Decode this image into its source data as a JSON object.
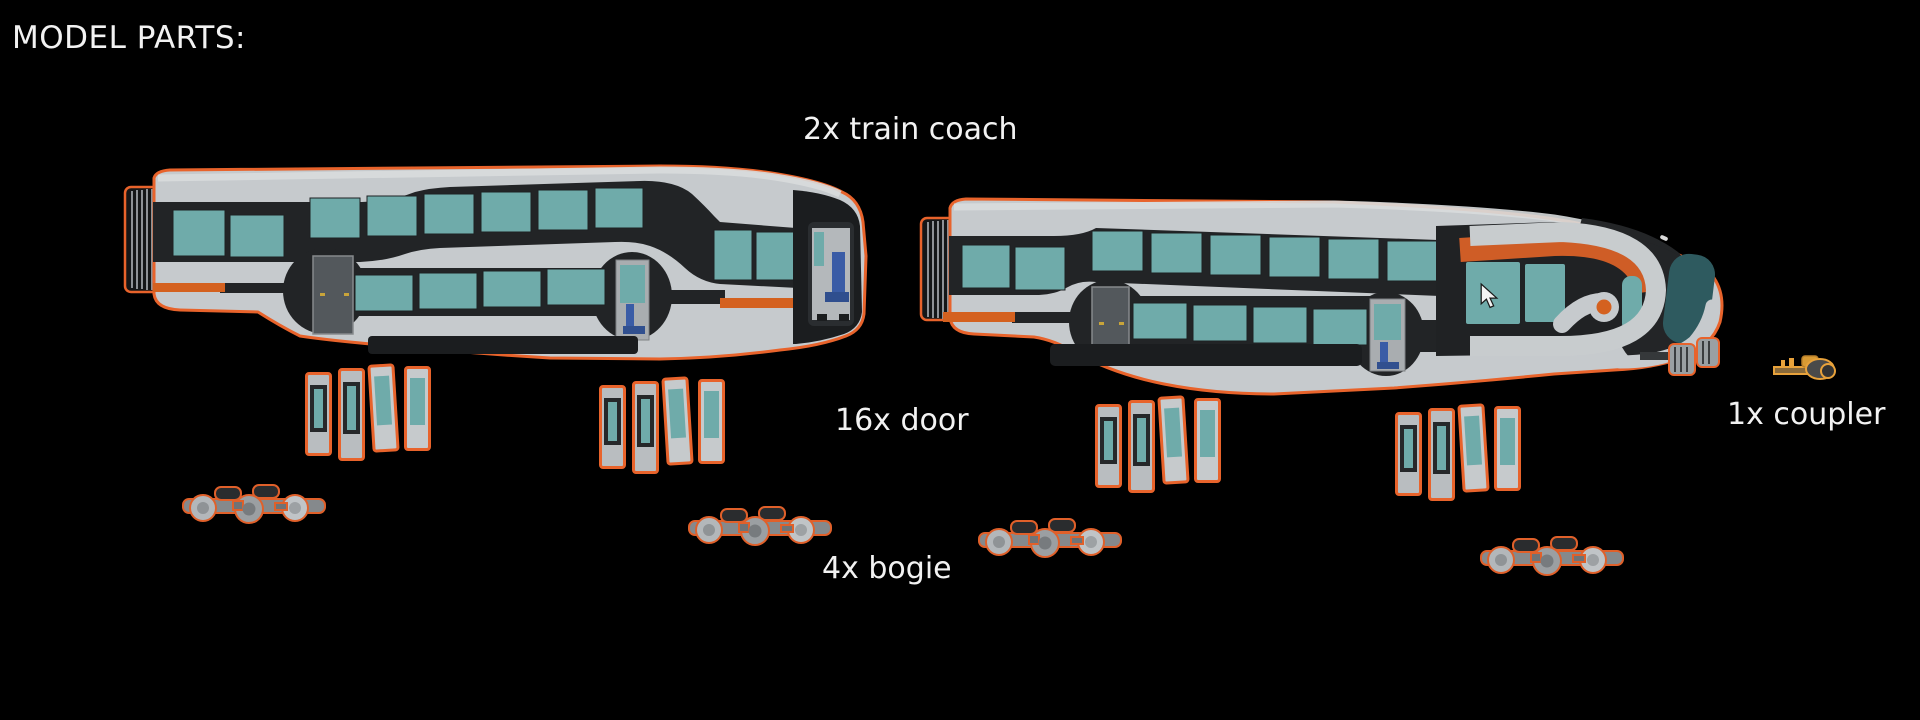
{
  "title": "MODEL PARTS:",
  "parts": {
    "train_coach": {
      "label": "2x train coach",
      "count": 2,
      "part": "train coach"
    },
    "door": {
      "label": "16x door",
      "count": 16,
      "part": "door"
    },
    "bogie": {
      "label": "4x bogie",
      "count": 4,
      "part": "bogie"
    },
    "coupler": {
      "label": "1x coupler",
      "count": 1,
      "part": "coupler"
    }
  },
  "colors": {
    "background": "#000000",
    "selection_highlight": "#e8632b",
    "coach_body": "#c6cacd",
    "window_teal": "#6fabaa",
    "accent_orange": "#d4611f",
    "dark_band": "#222426",
    "label_text": "#f2f2f2"
  }
}
